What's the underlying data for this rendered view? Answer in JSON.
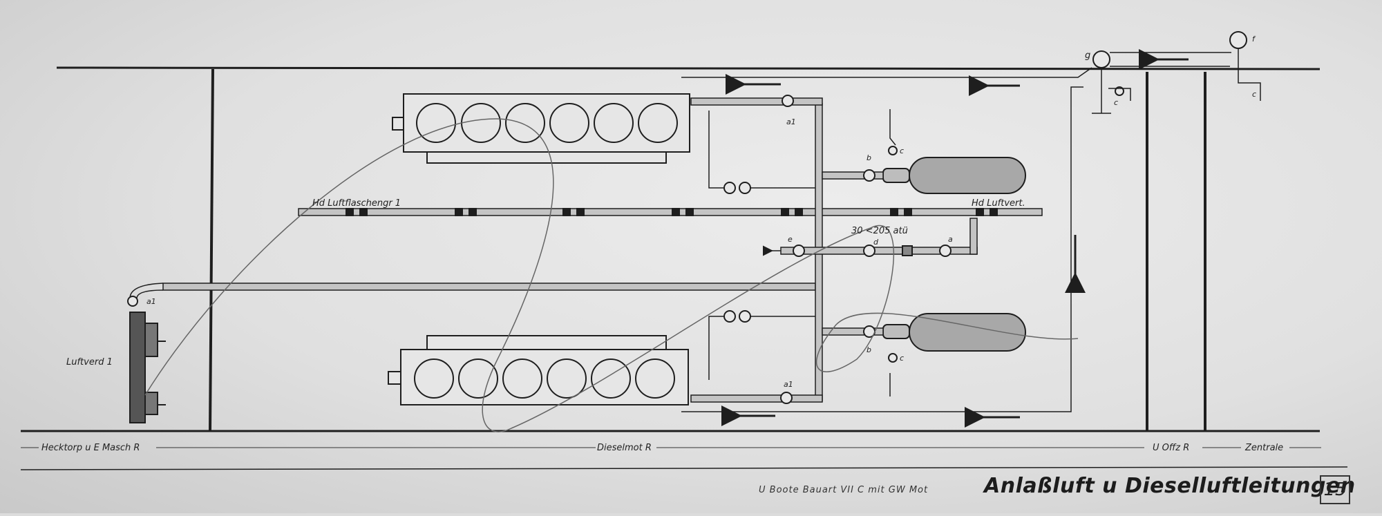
{
  "sections": {
    "hecktorp": "Hecktorp  u  E Masch R",
    "dieselmot": "Dieselmot R",
    "uoffz": "U Offz R",
    "zentrale": "Zentrale"
  },
  "labels": {
    "luftflaschengr": "Hd  Luftflaschengr 1",
    "luftvert": "Hd  Luftvert.",
    "pressure": "30 <205 atü",
    "luftverd": "Luftverd 1",
    "valve_a1_top": "a1",
    "valve_a1_left": "a1",
    "valve_a1_bottom": "a1",
    "valve_b_top": "b",
    "valve_b_bottom": "b",
    "valve_c_top": "c",
    "valve_c_bottom": "c",
    "valve_c_right": "c",
    "valve_c_far": "c",
    "valve_d": "d",
    "valve_e": "e",
    "valve_a": "a",
    "valve_g": "g",
    "valve_f": "f"
  },
  "footer": {
    "subtitle": "U Boote  Bauart VII C mit GW Mot",
    "title": "Anlaßluft  u  Dieselluftleitungen",
    "page": "15"
  },
  "colors": {
    "line": "#1e1e1e",
    "pipe_fill": "#c4c4c4",
    "tank_fill": "#a8a8a8"
  }
}
